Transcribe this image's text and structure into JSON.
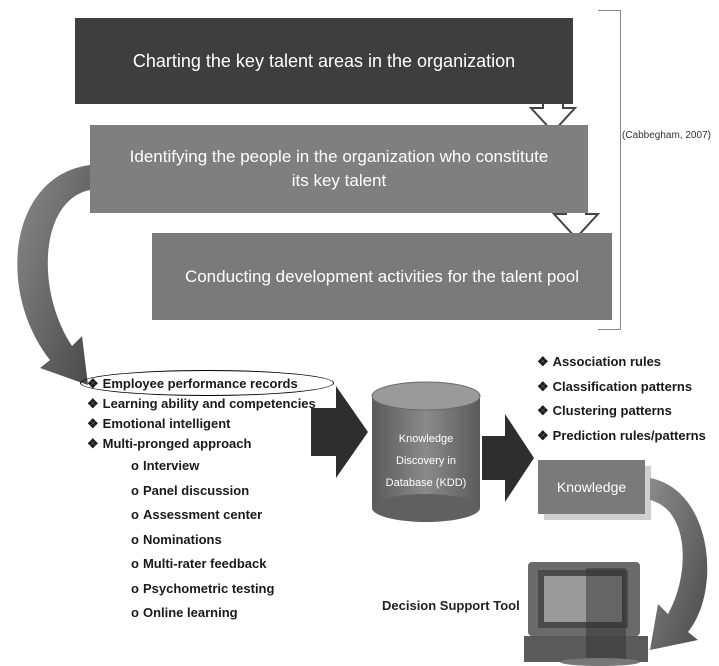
{
  "steps": [
    "Charting the key talent areas in the organization",
    "Identifying the people in the organization who constitute its key talent",
    "Conducting development activities for the talent pool"
  ],
  "citation": "(Cabbegham, 2007)",
  "inputs": {
    "items": [
      "Employee performance records",
      "Learning ability and competencies",
      "Emotional intelligent",
      "Multi-pronged approach"
    ],
    "sub_items": [
      "Interview",
      "Panel discussion",
      "Assessment center",
      "Nominations",
      "Multi-rater feedback",
      "Psychometric testing",
      "Online learning"
    ]
  },
  "kdd": {
    "line1": "Knowledge",
    "line2": "Discovery in",
    "line3": "Database (KDD)"
  },
  "patterns": [
    "Association rules",
    "Classification patterns",
    "Clustering patterns",
    "Prediction rules/patterns"
  ],
  "knowledge_label": "Knowledge",
  "decision_support_label": "Decision Support Tool",
  "bullet_glyph": "❖",
  "sub_bullet_glyph": "o"
}
